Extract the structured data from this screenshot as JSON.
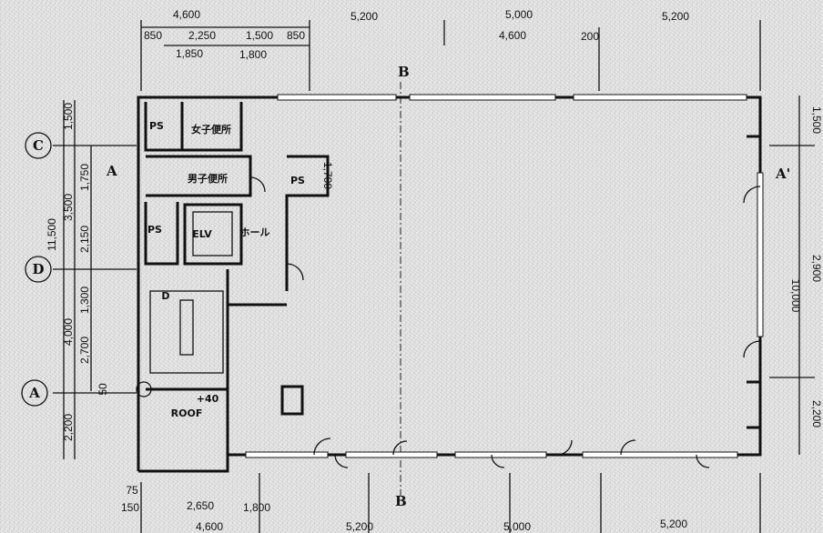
{
  "title": "Floor plan",
  "dimensions": {
    "top_row1": [
      "4,600",
      "5,200",
      "5,000",
      "5,200"
    ],
    "top_row2": [
      "850",
      "2,250",
      "1,500",
      "850",
      "4,600",
      "200"
    ],
    "top_row3": [
      "1,850",
      "1,800"
    ],
    "left": [
      "1,500",
      "1,750",
      "3,500",
      "11,500",
      "2,150",
      "1,300",
      "4,000",
      "2,700",
      "50",
      "2,200"
    ],
    "right": [
      "1,500",
      "2,900",
      "10,000",
      "2,200"
    ],
    "bottom": [
      "75",
      "150",
      "2,650",
      "1,800",
      "4,600",
      "5,200",
      "5,000",
      "5,200"
    ],
    "core_ps": "1,700"
  },
  "grid_axes": [
    "C",
    "D",
    "A"
  ],
  "section_marks": {
    "a": "A",
    "a_prime": "A'",
    "b_top": "B",
    "b_bottom": "B"
  },
  "rooms": {
    "ps1": "PS",
    "womens_wc": "女子便所",
    "mens_wc": "男子便所",
    "ps2": "PS",
    "ps3": "PS",
    "elevator": "ELV",
    "hall": "ホール",
    "roof": "ROOF",
    "roof_level": "+40",
    "stair_down": "D"
  }
}
